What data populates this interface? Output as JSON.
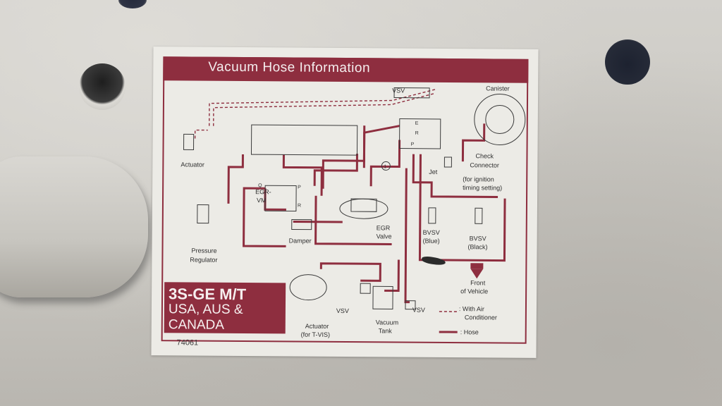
{
  "label": {
    "title": "Vacuum Hose Information",
    "part_number": "74061",
    "model": {
      "engine": "3S-GE M/T",
      "region_line1": "USA, AUS &",
      "region_line2": "CANADA"
    },
    "components": {
      "vsv_top": "VSV",
      "canister": "Canister",
      "actuator": "Actuator",
      "check_connector_1": "Check",
      "check_connector_2": "Connector",
      "ignition_note_1": "(for ignition",
      "ignition_note_2": "timing setting)",
      "jet": "Jet",
      "egr_vm_1": "EGR-",
      "egr_vm_2": "VM",
      "pressure_regulator_1": "Pressure",
      "pressure_regulator_2": "Regulator",
      "damper": "Damper",
      "egr_valve_1": "EGR",
      "egr_valve_2": "Valve",
      "bvsv_blue_1": "BVSV",
      "bvsv_blue_2": "(Blue)",
      "bvsv_black_1": "BVSV",
      "bvsv_black_2": "(Black)",
      "front_1": "Front",
      "front_2": "of Vehicle",
      "vsv_mid": "VSV",
      "vsv_bottom": "VSV",
      "actuator_tvis_1": "Actuator",
      "actuator_tvis_2": "(for T-VIS)",
      "vacuum_tank_1": "Vacuum",
      "vacuum_tank_2": "Tank",
      "port_1": "1",
      "port_e": "E",
      "port_r": "R",
      "port_p": "P",
      "port_p2": "P",
      "port_q": "Q",
      "port_r2": "R"
    },
    "legend": {
      "air_conditioner_1": ": With Air",
      "air_conditioner_2": "Conditioner",
      "hose": ": Hose"
    },
    "colors": {
      "hose": "#8e2e3f",
      "label_bg": "#ecebe6"
    }
  }
}
